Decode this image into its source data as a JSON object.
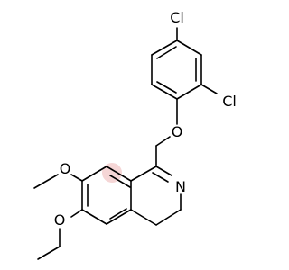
{
  "molecule": {
    "labels": {
      "cl_top": "Cl",
      "cl_right": "Cl",
      "o_ether": "O",
      "n_ring": "N",
      "o_methoxy_upper": "O",
      "o_methoxy_lower": "O"
    },
    "highlight_color": "#f5d6d6",
    "bond_color": "#000000"
  }
}
